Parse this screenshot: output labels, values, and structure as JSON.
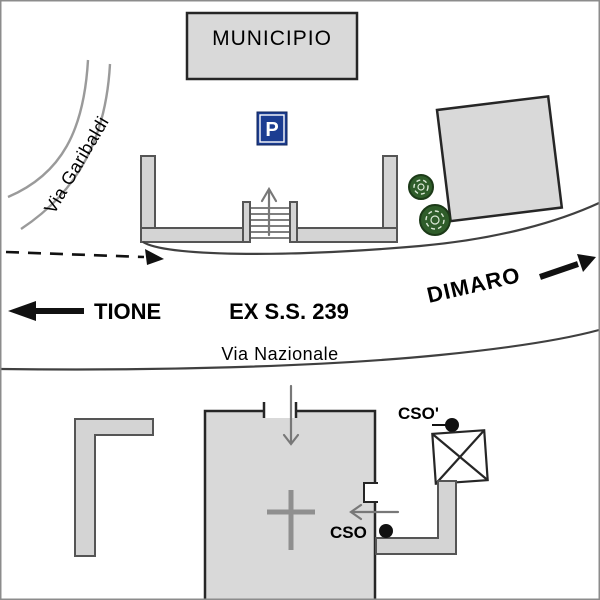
{
  "map": {
    "buildings": {
      "municipio": "MUNICIPIO"
    },
    "roads": {
      "via_garibaldi": "Via Garibaldi",
      "highway": "EX S.S. 239",
      "via_nazionale": "Via Nazionale"
    },
    "directions": {
      "west": "TIONE",
      "east": "DIMARO"
    },
    "markers": {
      "parking": "P",
      "cso_upper": "CSO'",
      "cso_lower": "CSO"
    },
    "colors": {
      "building_fill": "#d9d9d9",
      "building_stroke": "#262626",
      "wall_stroke": "#555555",
      "road_line": "#404040",
      "parking_blue": "#1c3d91",
      "tree_green": "#2f5d2a",
      "guide_arrow_gray": "#787878",
      "label_black": "#000000"
    }
  }
}
